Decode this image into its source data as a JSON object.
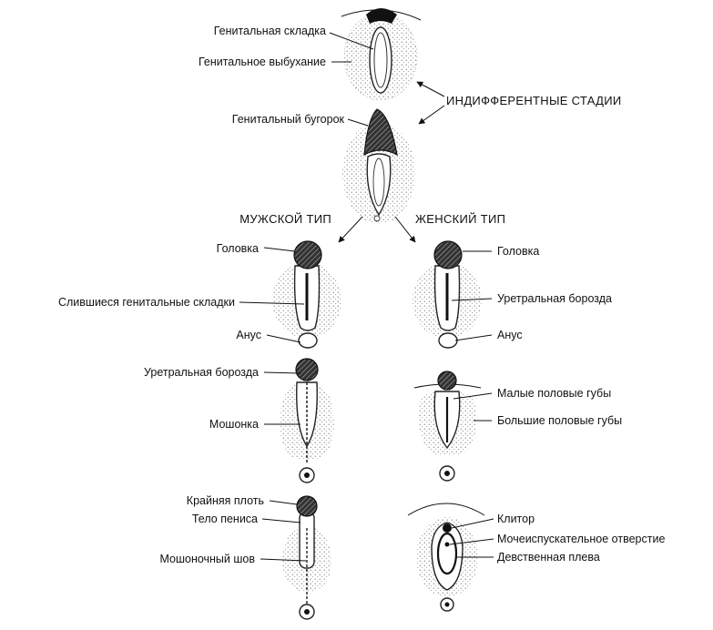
{
  "top_labels": {
    "genital_fold": "Генитальная складка",
    "genital_swelling": "Генитальное выбухание",
    "genital_tubercle": "Генитальный бугорок",
    "indifferent_stages": "ИНДИФФЕРЕНТНЫЕ СТАДИИ"
  },
  "branches": {
    "male": "МУЖСКОЙ ТИП",
    "female": "ЖЕНСКИЙ ТИП"
  },
  "male_labels": {
    "glans": "Головка",
    "fused_folds": "Слившиеся генитальные складки",
    "anus": "Анус",
    "urethral_groove": "Уретральная борозда",
    "scrotum": "Мошонка",
    "foreskin": "Крайняя плоть",
    "penis_body": "Тело пениса",
    "scrotal_seam": "Мошоночный шов"
  },
  "female_labels": {
    "glans": "Головка",
    "urethral_groove": "Уретральная борозда",
    "anus": "Анус",
    "labia_minora": "Малые половые губы",
    "labia_majora": "Большие половые губы",
    "clitoris": "Клитор",
    "urethral_opening": "Мочеиспускательное отверстие",
    "hymen": "Девственная плева"
  }
}
